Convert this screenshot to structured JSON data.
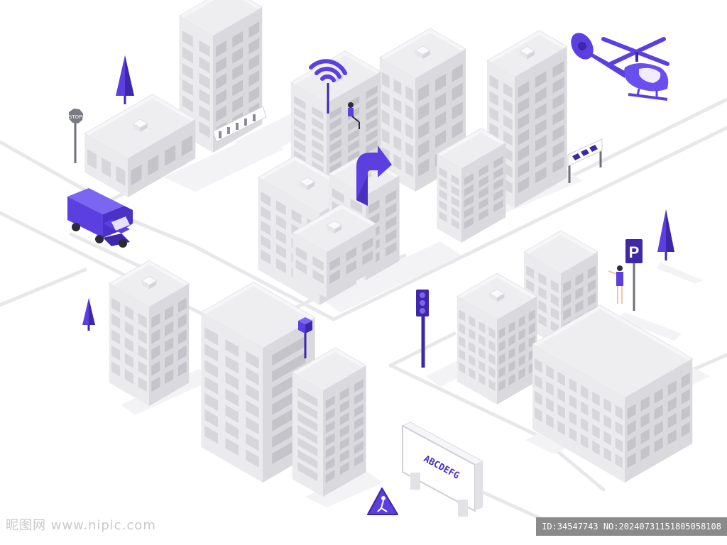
{
  "sign": {
    "stop_text": "STOP",
    "billboard_text": "ABCDEFG",
    "parking_letter": "P"
  },
  "watermark": {
    "left_text": "昵图网 www.nipic.com",
    "right_text": "ID:34547743 NO:20240731151805058108"
  },
  "colors": {
    "accent": "#5b3fe0",
    "accent_dark": "#3e27a8",
    "building_light": "#f2f2f4",
    "building_mid": "#e2e2e6",
    "building_dark": "#cfcfd4",
    "road_line": "#e6e6e6"
  },
  "icons": [
    "wifi-icon",
    "arrow-turn-icon",
    "helicopter-icon",
    "truck-icon",
    "tree-icon",
    "traffic-light-icon",
    "parking-sign-icon",
    "stop-sign-icon",
    "roadwork-sign-icon",
    "chevron-barrier-icon"
  ]
}
